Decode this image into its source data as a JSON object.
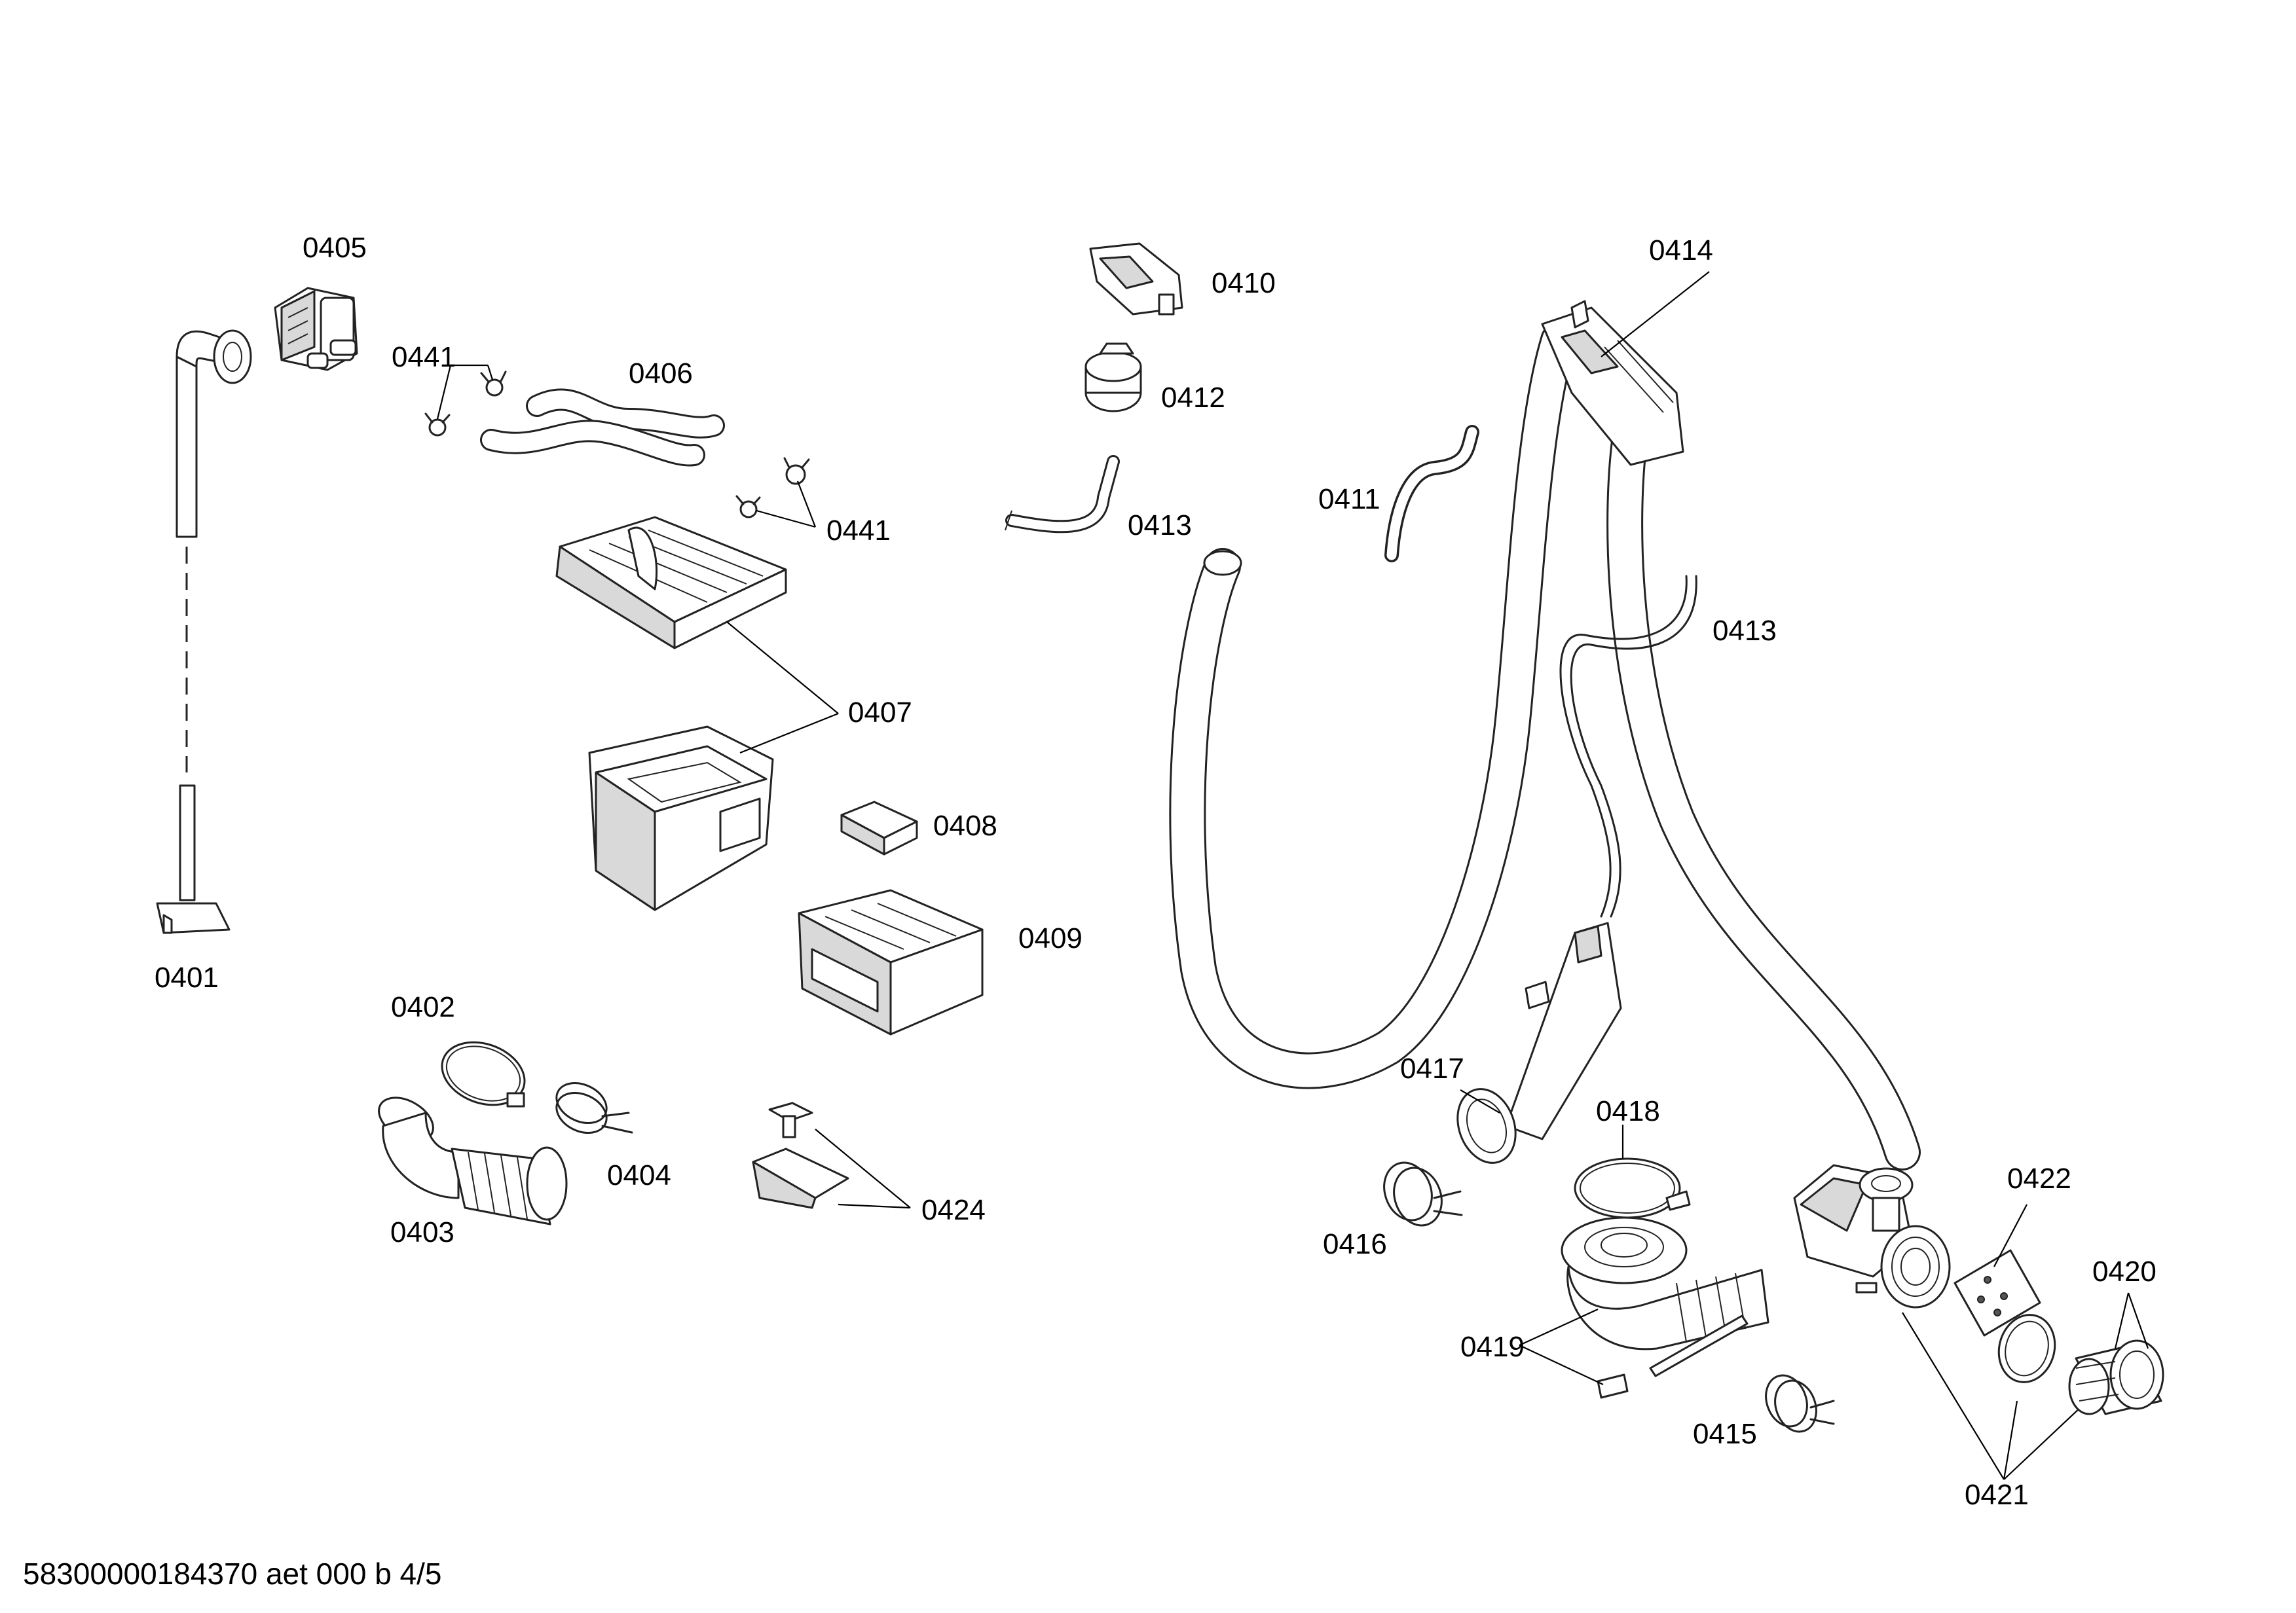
{
  "diagram": {
    "labels": {
      "p0401": "0401",
      "p0402": "0402",
      "p0403": "0403",
      "p0404": "0404",
      "p0405": "0405",
      "p0406": "0406",
      "p0407": "0407",
      "p0408": "0408",
      "p0409": "0409",
      "p0410": "0410",
      "p0411": "0411",
      "p0412": "0412",
      "p0413": "0413",
      "p0414": "0414",
      "p0415": "0415",
      "p0416": "0416",
      "p0417": "0417",
      "p0418": "0418",
      "p0419": "0419",
      "p0420": "0420",
      "p0421": "0421",
      "p0422": "0422",
      "p0424": "0424",
      "p0441": "0441"
    },
    "footer": "58300000184370 aet 000 b 4/5"
  }
}
